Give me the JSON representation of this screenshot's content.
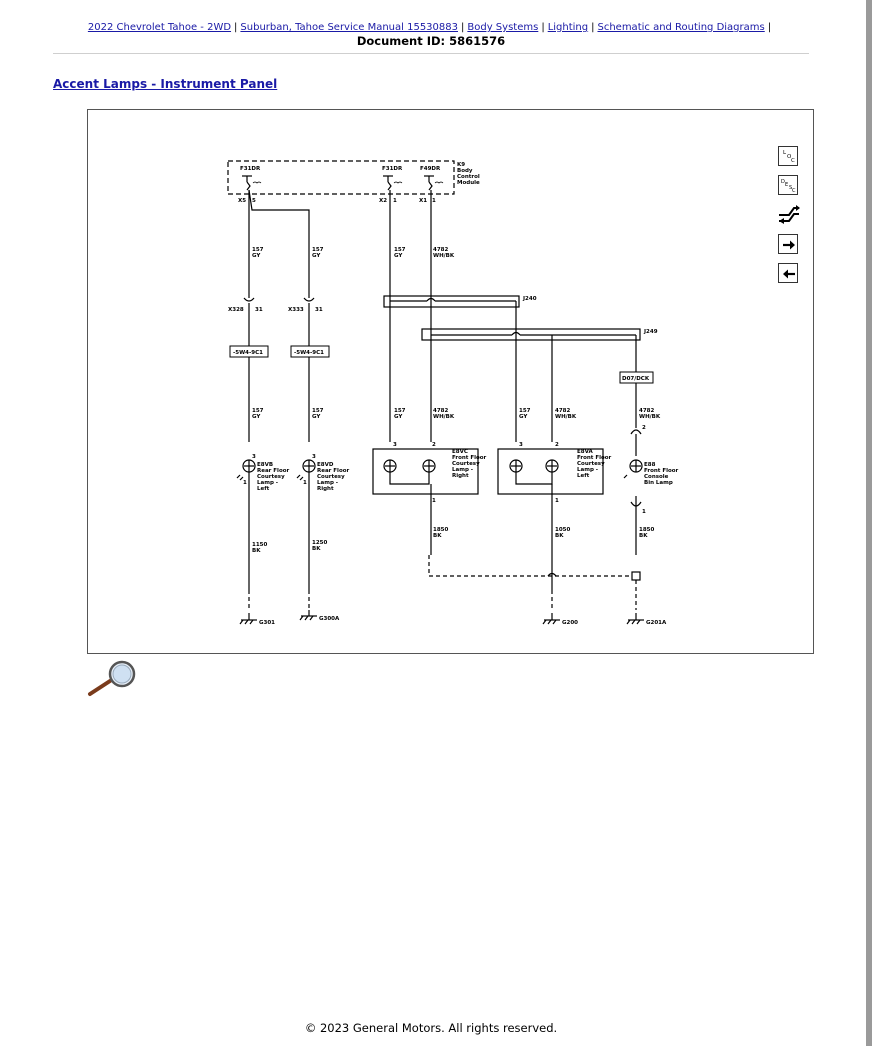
{
  "breadcrumb": {
    "items": [
      "2022 Chevrolet Tahoe - 2WD",
      "Suburban, Tahoe Service Manual 15530883",
      "Body Systems",
      "Lighting",
      "Schematic and Routing Diagrams"
    ],
    "separator": "|"
  },
  "document_id": "Document ID: 5861576",
  "page_title": "Accent Lamps - Instrument Panel",
  "footer": "© 2023 General Motors.  All rights reserved.",
  "nav_icons": [
    "loc-icon",
    "desc-icon",
    "wire-route-icon",
    "arrow-right-icon",
    "arrow-left-icon"
  ],
  "nav_letters": {
    "loc": [
      "L",
      "O",
      "C"
    ],
    "desc": [
      "D",
      "E",
      "S",
      "C"
    ]
  },
  "diagram": {
    "module": {
      "ref": "K9",
      "lines": [
        "Body",
        "Control",
        "Module"
      ]
    },
    "fuses": [
      "F31DR",
      "F31DR",
      "F49DR"
    ],
    "module_pins": [
      {
        "conn": "X5",
        "pin": "5"
      },
      {
        "conn": "X2",
        "pin": "1"
      },
      {
        "conn": "X1",
        "pin": "1"
      }
    ],
    "inline_connectors": [
      {
        "conn": "X328",
        "pin": "31"
      },
      {
        "conn": "X333",
        "pin": "31"
      }
    ],
    "splices": [
      "J240",
      "J249"
    ],
    "blocks": [
      "-5W4-9C1",
      "-5W4-9C1",
      "D07/DCK"
    ],
    "wires": {
      "w157gy": [
        "157",
        "GY"
      ],
      "w4782": [
        "4782",
        "WH/BK"
      ],
      "w1150": [
        "1150",
        "BK"
      ],
      "w1250": [
        "1250",
        "BK"
      ],
      "w1850": [
        "1850",
        "BK"
      ],
      "w1050": [
        "1050",
        "BK"
      ]
    },
    "lamps": {
      "e8vb": {
        "ref": "E8VB",
        "lines": [
          "Rear Floor",
          "Courtesy",
          "Lamp -",
          "Left"
        ]
      },
      "e8vd": {
        "ref": "E8VD",
        "lines": [
          "Rear Floor",
          "Courtesy",
          "Lamp -",
          "Right"
        ]
      },
      "e8vc": {
        "ref": "E8VC",
        "lines": [
          "Front Floor",
          "Courtesy",
          "Lamp -",
          "Right"
        ]
      },
      "e8va": {
        "ref": "E8VA",
        "lines": [
          "Front Floor",
          "Courtesy",
          "Lamp -",
          "Left"
        ]
      },
      "e88": {
        "ref": "E88",
        "lines": [
          "Front Floor",
          "Console",
          "Bin Lamp"
        ]
      }
    },
    "pins": {
      "p1": "1",
      "p2": "2",
      "p3": "3"
    },
    "grounds": [
      "G301",
      "G300A",
      "G200",
      "G201A"
    ]
  }
}
